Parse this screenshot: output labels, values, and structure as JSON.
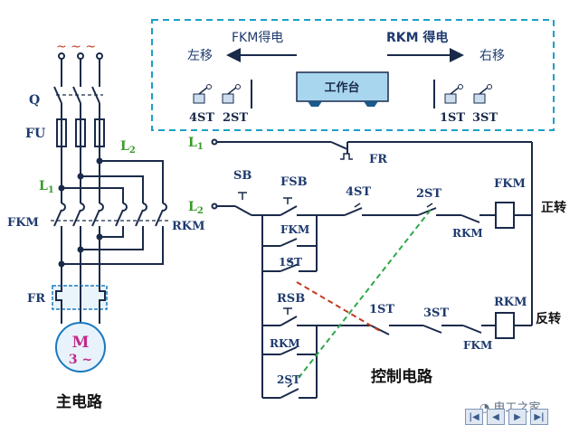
{
  "worktable_panel": {
    "fkm_label": "FKM得电",
    "rkm_label": "RKM 得电",
    "left_move": "左移",
    "right_move": "右移",
    "table_label": "工作台",
    "switches_left": [
      "4ST",
      "2ST"
    ],
    "switches_right": [
      "1ST",
      "3ST"
    ]
  },
  "main_circuit": {
    "supply_symbol": "~ ~ ~",
    "q": "Q",
    "fu": "FU",
    "l1": "L",
    "l1_sub": "1",
    "l2": "L",
    "l2_sub": "2",
    "fkm": "FKM",
    "rkm": "RKM",
    "fr": "FR",
    "motor_m": "M",
    "motor_phase": "3 ~",
    "caption": "主电路"
  },
  "control_circuit": {
    "l1": "L",
    "l1_sub": "1",
    "l2": "L",
    "l2_sub": "2",
    "fr": "FR",
    "sb": "SB",
    "fsb": "FSB",
    "fkm_hold": "FKM",
    "st1_upper": "1ST",
    "rsb": "RSB",
    "rkm_hold": "RKM",
    "st2_lower": "2ST",
    "st4": "4ST",
    "st2": "2ST",
    "rkm_interlock": "RKM",
    "fkm_coil": "FKM",
    "forward": "正转",
    "st1": "1ST",
    "st3": "3ST",
    "fkm_interlock": "FKM",
    "rkm_coil": "RKM",
    "reverse": "反转",
    "caption": "控制电路"
  },
  "watermark": "电工之家",
  "colors": {
    "line": "#1a2a4a",
    "label": "#1e3a6e",
    "green": "#3a9a2a",
    "green_dash": "#2ea84a",
    "red_dash": "#c03a20",
    "panel_border": "#1aa0c8",
    "table_fill": "#a9d6ef",
    "motor_fill": "#e8f2fb"
  }
}
